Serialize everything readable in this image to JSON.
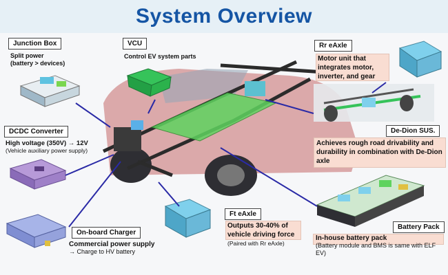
{
  "title": "System Overview",
  "components": {
    "junction_box": {
      "label": "Junction Box",
      "desc_line1": "Split power",
      "desc_line2": "(battery > devices)"
    },
    "vcu": {
      "label": "VCU",
      "desc": "Control EV system parts"
    },
    "rr_eaxle": {
      "label": "Rr eAxle",
      "desc_line1": "Motor unit that",
      "desc_line2": "integrates motor,",
      "desc_line3": "inverter, and gear"
    },
    "dcdc": {
      "label": "DCDC Converter",
      "desc_line1": "High voltage (350V) → 12V",
      "desc_line2": "(Vehicle auxiliary power supply)"
    },
    "de_dion": {
      "label": "De-Dion SUS.",
      "desc_line1": "Achieves rough road drivability and",
      "desc_line2": "durability in combination with De-Dion",
      "desc_line3": "axle"
    },
    "obc": {
      "label": "On-board Charger",
      "desc_line1": "Commercial power supply",
      "desc_line2": "→ Charge to HV battery"
    },
    "ft_eaxle": {
      "label": "Ft eAxle",
      "desc_line1": "Outputs 30-40% of",
      "desc_line2": "vehicle driving force",
      "desc_line3": "(Paired with Rr eAxle)"
    },
    "battery": {
      "label": "Battery Pack",
      "desc_line1": "In-house battery pack",
      "desc_line2": "(Battery module and BMS is same with ELF",
      "desc_line3": "EV)"
    }
  },
  "colors": {
    "title": "#1555a4",
    "arrow": "#2a2aa6",
    "highlight": "#f9ddd2",
    "battery_green": "#5fd35f",
    "vcu_green": "#2bb24c"
  }
}
